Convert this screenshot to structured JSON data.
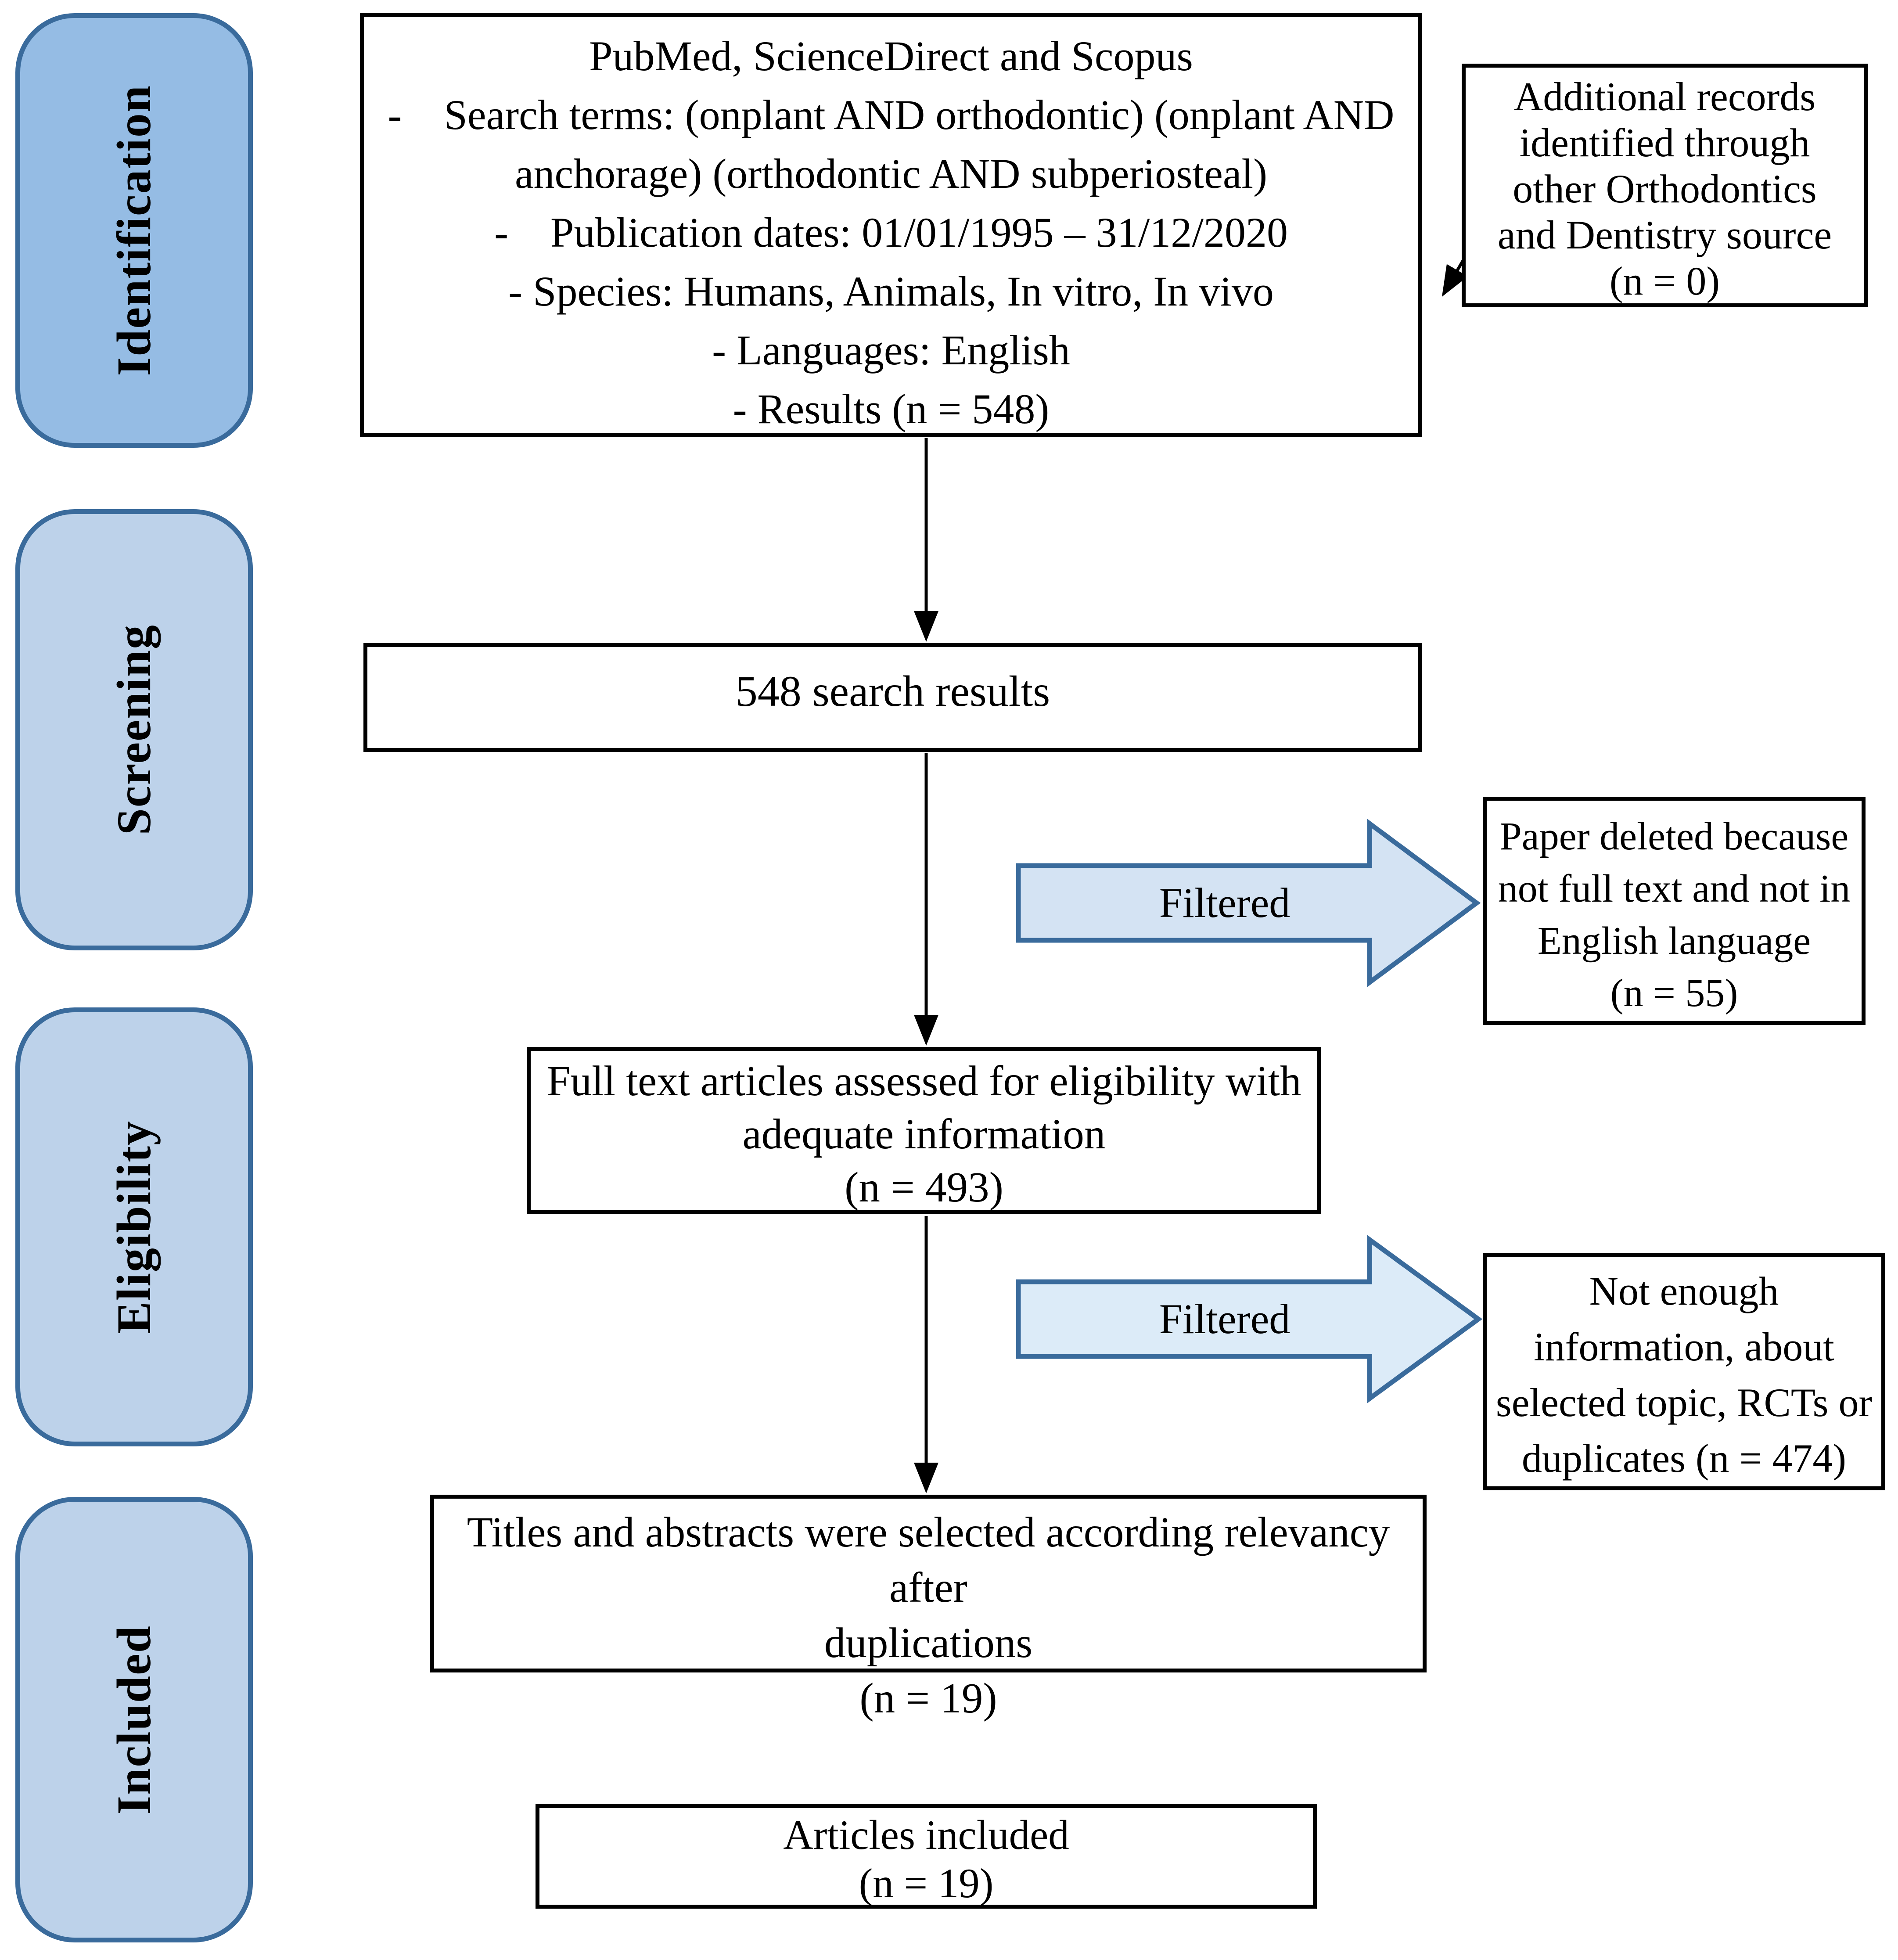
{
  "colors": {
    "stroke-blue": "#3a6b9c",
    "sidebar1": "#95bce4",
    "sidebar": "#bdd2ea",
    "arrow1": "#d4e3f3",
    "arrow2": "#dcebf8"
  },
  "stages": [
    {
      "label": "Identification"
    },
    {
      "label": "Screening"
    },
    {
      "label": "Eligibility"
    },
    {
      "label": "Included"
    }
  ],
  "boxes": {
    "search": {
      "lines": [
        "PubMed, ScienceDirect and Scopus",
        "-    Search terms: (onplant AND orthodontic) (onplant AND",
        "anchorage) (orthodontic AND subperiosteal)",
        "-    Publication dates: 01/01/1995 – 31/12/2020",
        "- Species: Humans, Animals, In vitro, In vivo",
        "- Languages: English",
        "- Results (n = 548)"
      ]
    },
    "additional": {
      "lines": [
        "Additional records",
        "identified through",
        "other Orthodontics",
        "and Dentistry source",
        "(n = 0)"
      ]
    },
    "results": {
      "text": "548 search results"
    },
    "paper_deleted": {
      "lines": [
        "Paper deleted because",
        "not full text and not in",
        "English language",
        "(n = 55)"
      ]
    },
    "full_text": {
      "lines": [
        "Full text articles assessed for eligibility with",
        "adequate information",
        "(n = 493)"
      ]
    },
    "not_enough": {
      "lines": [
        "Not enough",
        "information, about",
        "selected topic, RCTs or",
        "duplicates (n = 474)"
      ]
    },
    "titles": {
      "lines": [
        "Titles and abstracts were selected according relevancy after",
        "duplications",
        "(n = 19)"
      ]
    },
    "articles": {
      "lines": [
        "Articles included",
        "(n = 19)"
      ]
    }
  },
  "arrows": {
    "filtered1": {
      "label": "Filtered"
    },
    "filtered2": {
      "label": "Filtered"
    }
  }
}
